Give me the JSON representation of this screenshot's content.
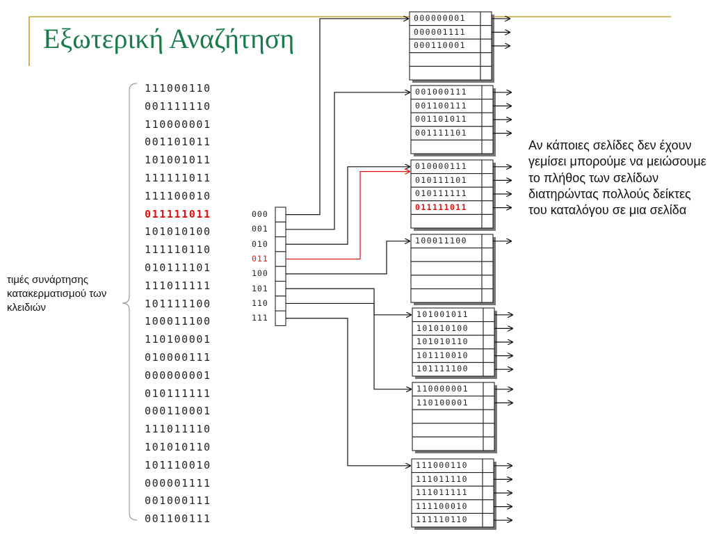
{
  "title": "Εξωτερική Αναζήτηση",
  "hash_values_label": "τιμές συνάρτησης κατακερματισμού των κλειδιών",
  "hash_values": [
    "111000110",
    "001111110",
    "110000001",
    "001101011",
    "101001011",
    "111111011",
    "111100010",
    "011111011",
    "101010100",
    "111110110",
    "010111101",
    "111011111",
    "101111100",
    "100011100",
    "110100001",
    "010000111",
    "000000001",
    "010111111",
    "000110001",
    "111011110",
    "101010110",
    "101110010",
    "000001111",
    "001000111",
    "001100111"
  ],
  "highlighted_value": "011111011",
  "directory": [
    "000",
    "001",
    "010",
    "011",
    "100",
    "101",
    "110",
    "111"
  ],
  "highlighted_directory_entry": "011",
  "buckets": [
    [
      "000000001",
      "000001111",
      "000110001",
      "",
      ""
    ],
    [
      "001000111",
      "001100111",
      "001101011",
      "001111101",
      ""
    ],
    [
      "010000111",
      "010111101",
      "010111111",
      "011111011",
      ""
    ],
    [
      "100011100",
      "",
      "",
      "",
      ""
    ],
    [
      "101001011",
      "101010100",
      "101010110",
      "101110010",
      "101111100"
    ],
    [
      "110000001",
      "110100001",
      "",
      "",
      ""
    ],
    [
      "111000110",
      "111011110",
      "111011111",
      "111100010",
      "111110110"
    ]
  ],
  "note": "Αν κάποιες σελίδες δεν έχουν γεμίσει μπορούμε να μειώσουμε το πλήθος των σελίδων διατηρώντας πολλούς δείκτες του καταλόγου σε μια σελίδα",
  "colors": {
    "title": "#1a7a4a",
    "accent_bar": "#c9a227",
    "highlight": "#e01010",
    "ink": "#222222"
  }
}
